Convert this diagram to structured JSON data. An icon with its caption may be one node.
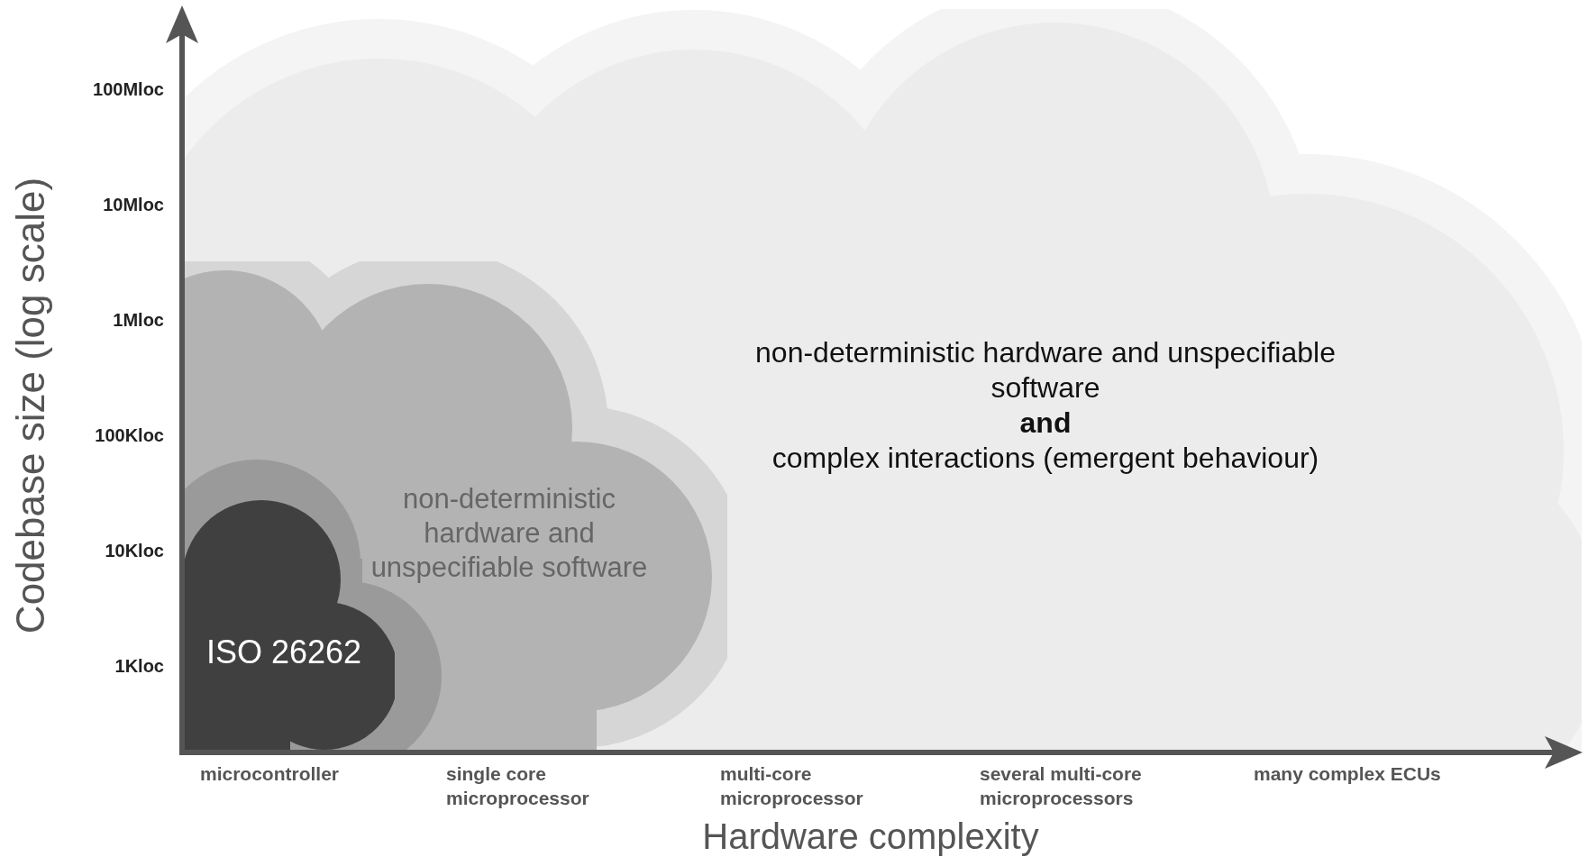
{
  "diagram": {
    "nodes": [
      {
        "text": [
          "non-deterministic hardware and unspecifiable software",
          "**and**",
          "complex interactions (emergent behaviour)"
        ]
      },
      {
        "text": [
          "non-deterministic hardware and unspecifiable software"
        ],
        "in": 0
      },
      {
        "text": [],
        "shape": "cloud",
        "in": 1
      },
      {
        "text": [
          "ISO 26262"
        ],
        "in": 2
      }
    ],
    "edges": [],
    "labels": [
      "100Mloc",
      "10Mloc",
      "1Mloc",
      "100Kloc",
      "10Kloc",
      "1Kloc",
      "Codebase size (log scale)",
      "microcontroller",
      "single core microprocessor",
      "multi-core microprocessor",
      "several multi-core microprocessors",
      "many complex ECUs",
      "Hardware complexity"
    ]
  }
}
